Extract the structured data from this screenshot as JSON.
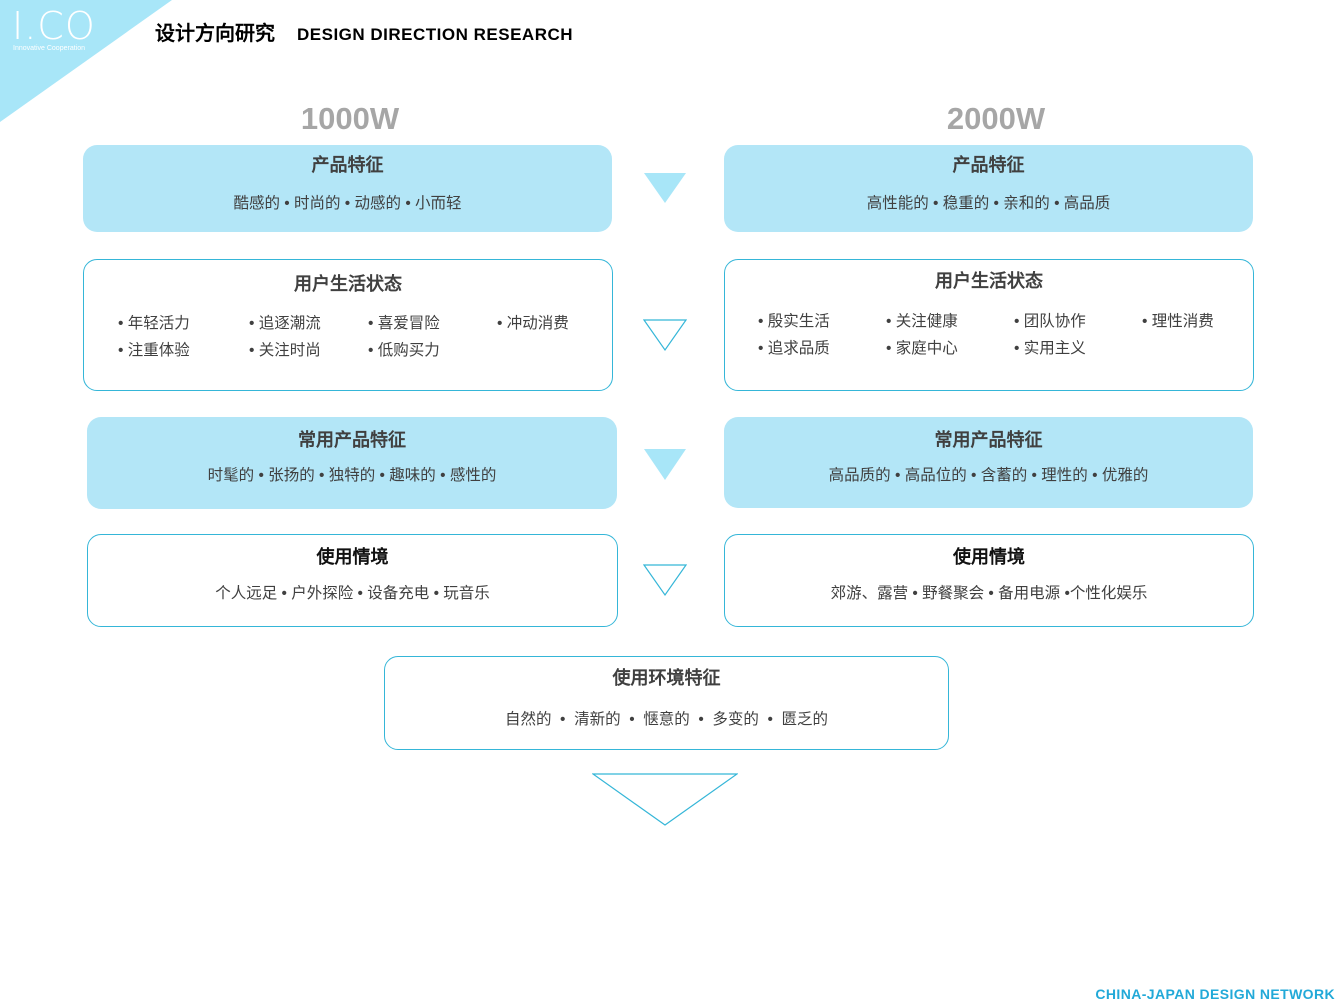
{
  "brand": {
    "logo": "I.CO",
    "logo_sub": "Innovative Cooperation",
    "corner_color": "#a8e6f8"
  },
  "header": {
    "title": "设计方向研究",
    "subtitle": "DESIGN DIRECTION RESEARCH"
  },
  "columns": {
    "left": {
      "label": "1000W"
    },
    "right": {
      "label": "2000W"
    }
  },
  "left": {
    "product_features": {
      "title": "产品特征",
      "text": "酷感的 • 时尚的 • 动感的 • 小而轻"
    },
    "user_life": {
      "title": "用户生活状态",
      "items": [
        "• 年轻活力",
        "• 追逐潮流",
        "• 喜爱冒险",
        "• 冲动消费",
        "• 注重体验",
        "• 关注时尚",
        "• 低购买力"
      ]
    },
    "common_features": {
      "title": "常用产品特征",
      "text": "时髦的 • 张扬的 • 独特的 • 趣味的 • 感性的"
    },
    "usage": {
      "title": "使用情境",
      "text": "个人远足 • 户外探险 • 设备充电 • 玩音乐"
    }
  },
  "right": {
    "product_features": {
      "title": "产品特征",
      "text": "高性能的 • 稳重的 • 亲和的 • 高品质"
    },
    "user_life": {
      "title": "用户生活状态",
      "items": [
        "• 殷实生活",
        "• 关注健康",
        "• 团队协作",
        "• 理性消费",
        "• 追求品质",
        "• 家庭中心",
        "• 实用主义"
      ]
    },
    "common_features": {
      "title": "常用产品特征",
      "text": "高品质的 • 高品位的 • 含蓄的 • 理性的 • 优雅的"
    },
    "usage": {
      "title": "使用情境",
      "text": "郊游、露营 • 野餐聚会 • 备用电源 •个性化娱乐"
    }
  },
  "environment": {
    "title": "使用环境特征",
    "text": "自然的  •  清新的  •  惬意的  •  多变的  •  匮乏的"
  },
  "footer": {
    "text": "CHINA-JAPAN DESIGN NETWORK"
  },
  "colors": {
    "fill_box": "#b3e6f7",
    "outline": "#35b6d8",
    "arrow_fill": "#a8e6f8",
    "column_head": "#a6a6a6",
    "footer": "#22a9d8"
  }
}
